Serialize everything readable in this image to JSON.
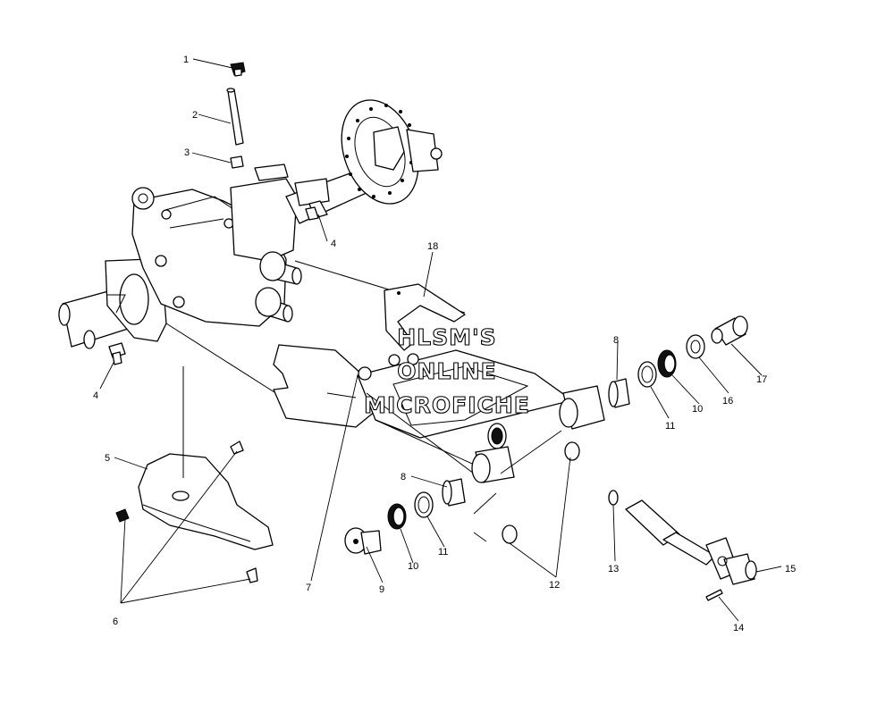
{
  "diagram": {
    "callouts": {
      "c1": "1",
      "c2": "2",
      "c3": "3",
      "c4a": "4",
      "c4b": "4",
      "c5": "5",
      "c6": "6",
      "c7": "7",
      "c8a": "8",
      "c8b": "8",
      "c9": "9",
      "c10a": "10",
      "c10b": "10",
      "c11a": "11",
      "c11b": "11",
      "c12": "12",
      "c13": "13",
      "c14": "14",
      "c15": "15",
      "c16": "16",
      "c17": "17",
      "c18": "18"
    },
    "watermark": {
      "line1": "HLSM'S",
      "line2": "ONLINE",
      "line3": "MICROFICHE"
    }
  }
}
